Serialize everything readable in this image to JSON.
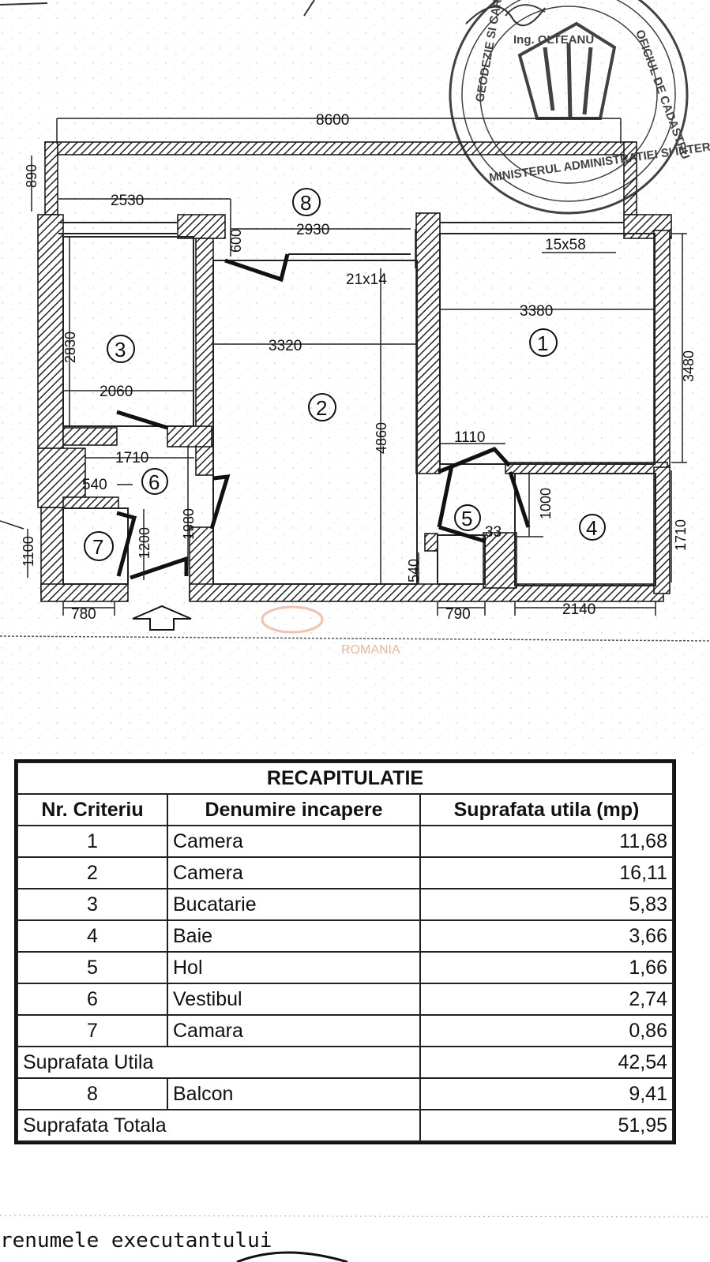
{
  "plan": {
    "dimensions": {
      "overall_width": "8600",
      "balcony_depth": "890",
      "kitchen_top": "2530",
      "balcony_step": "600",
      "balcony_mid": "2930",
      "window_left": "21x14",
      "window_right": "15x58",
      "room1_width": "3380",
      "room1_height": "3480",
      "kitchen_height": "2830",
      "room2_width": "3320",
      "room2_height": "4860",
      "kitchen_width": "2060",
      "hall_width": "1110",
      "vestibule_width": "1710",
      "vestibule_small": "540",
      "vestibule_height": "1980",
      "pantry_door": "1200",
      "pantry_height": "1100",
      "bath_door": "1000",
      "bath_height": "1710",
      "hall_small": "33",
      "hall_step": "540",
      "pantry_width": "780",
      "hall_bottom": "790",
      "bath_width": "2140"
    },
    "room_numbers": [
      "1",
      "2",
      "3",
      "4",
      "5",
      "6",
      "7",
      "8"
    ]
  },
  "seal": {
    "text_ring": "MINISTERUL ADMINISTRATIEI SI INTERNELOR",
    "text_right": "OFICIUL DE CADASTRU",
    "text_inner": "GEODEZIE SI CARTOGRAFIE MUNICIPIULUI",
    "text_center": "Ing. OLTEANU"
  },
  "watermark": "ROMANIA",
  "summary": {
    "title": "RECAPITULATIE",
    "headers": [
      "Nr. Criteriu",
      "Denumire incapere",
      "Suprafata utila (mp)"
    ],
    "rows": [
      {
        "nr": "1",
        "name": "Camera",
        "area": "11,68"
      },
      {
        "nr": "2",
        "name": "Camera",
        "area": "16,11"
      },
      {
        "nr": "3",
        "name": "Bucatarie",
        "area": "5,83"
      },
      {
        "nr": "4",
        "name": "Baie",
        "area": "3,66"
      },
      {
        "nr": "5",
        "name": "Hol",
        "area": "1,66"
      },
      {
        "nr": "6",
        "name": "Vestibul",
        "area": "2,74"
      },
      {
        "nr": "7",
        "name": "Camara",
        "area": "0,86"
      }
    ],
    "useful_label": "Suprafata Utila",
    "useful_value": "42,54",
    "balcony": {
      "nr": "8",
      "name": "Balcon",
      "area": "9,41"
    },
    "total_label": "Suprafata Totala",
    "total_value": "51,95"
  },
  "footer": {
    "executant": "renumele executantului"
  }
}
